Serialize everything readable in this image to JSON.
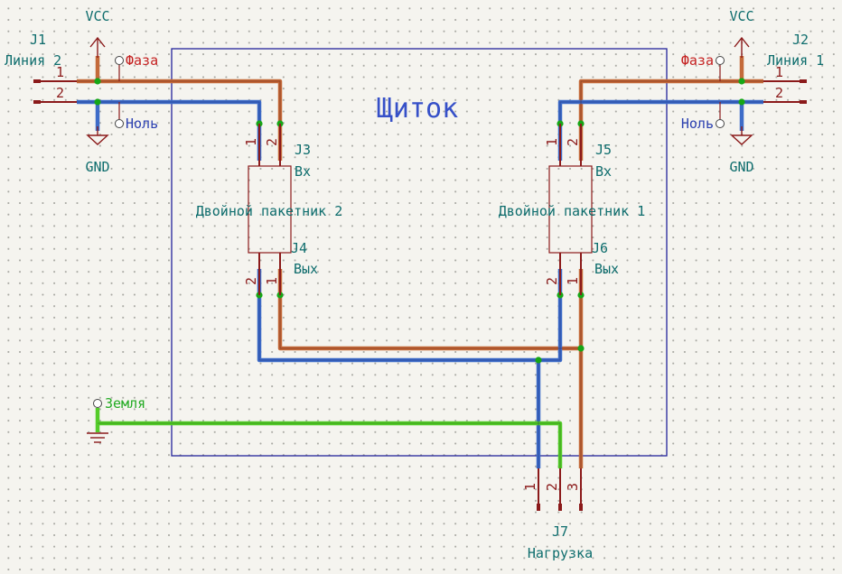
{
  "colors": {
    "phase": "#c46a3a",
    "neutral": "#3e6cc8",
    "earth": "#55cc2a",
    "junction": "#16a616",
    "frame": "#22229a",
    "pin": "#8b1a1a",
    "reference": "#0e6d6d",
    "phase_label": "#c42020",
    "neutral_label": "#2a3fb0",
    "earth_label": "#22aa22"
  },
  "title": "Щиток",
  "power": {
    "vcc_left": "VCC",
    "vcc_right": "VCC",
    "gnd_left": "GND",
    "gnd_right": "GND"
  },
  "net_labels": {
    "phase_left": "Фаза",
    "phase_right": "Фаза",
    "neutral_left": "Ноль",
    "neutral_right": "Ноль",
    "earth": "Земля"
  },
  "connectors": {
    "j1": {
      "ref": "J1",
      "value": "Линия 2",
      "pins": [
        "1",
        "2"
      ]
    },
    "j2": {
      "ref": "J2",
      "value": "Линия 1",
      "pins": [
        "1",
        "2"
      ]
    },
    "j3": {
      "ref": "J3",
      "value": "Вх",
      "pins": [
        "1",
        "2"
      ]
    },
    "j4": {
      "ref": "J4",
      "value": "Вых",
      "pins": [
        "2",
        "1"
      ]
    },
    "j5": {
      "ref": "J5",
      "value": "Вх",
      "pins": [
        "1",
        "2"
      ]
    },
    "j6": {
      "ref": "J6",
      "value": "Вых",
      "pins": [
        "2",
        "1"
      ]
    },
    "j7": {
      "ref": "J7",
      "value": "Нагрузка",
      "pins": [
        "1",
        "2",
        "3"
      ]
    }
  },
  "switches": {
    "sw2": "Двойной пакетник 2",
    "sw1": "Двойной пакетник 1"
  }
}
